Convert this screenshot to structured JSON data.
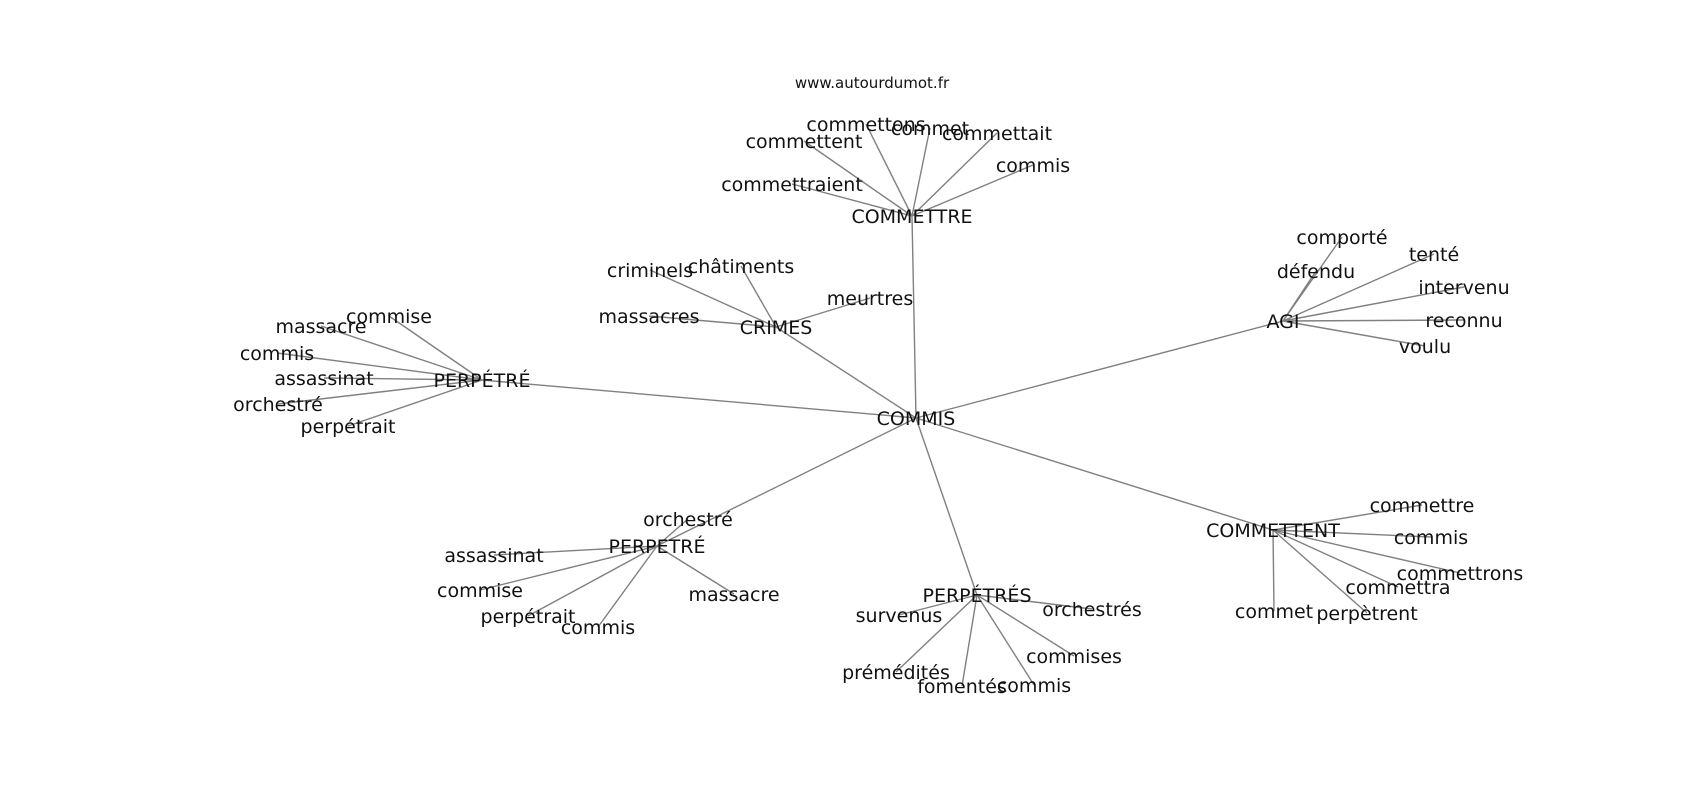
{
  "watermark": "www.autourdumot.fr",
  "colors": {
    "edge": "#808080",
    "text": "#111111",
    "background": "#ffffff"
  },
  "graph": {
    "center": "COMMIS",
    "hubs": [
      {
        "label": "COMMETTRE",
        "leaves": [
          "commettons",
          "commet",
          "commettent",
          "commettait",
          "commis",
          "commettraient"
        ]
      },
      {
        "label": "CRIMES",
        "leaves": [
          "criminels",
          "châtiments",
          "massacres",
          "meurtres"
        ]
      },
      {
        "label": "AGI",
        "leaves": [
          "comporté",
          "défendu",
          "tenté",
          "intervenu",
          "reconnu",
          "voulu"
        ]
      },
      {
        "label": "PERPÉTRÉ",
        "leaves": [
          "commise",
          "massacre",
          "commis",
          "assassinat",
          "orchestré",
          "perpétrait"
        ]
      },
      {
        "label": "PERPETRÉ",
        "leaves": [
          "orchestré",
          "assassinat",
          "commise",
          "perpétrait",
          "commis",
          "massacre"
        ]
      },
      {
        "label": "PERPÉTRÉS",
        "leaves": [
          "survenus",
          "orchestrés",
          "commises",
          "prémédités",
          "fomentés",
          "commis"
        ]
      },
      {
        "label": "COMMETTENT",
        "leaves": [
          "commettre",
          "commis",
          "commettrons",
          "commettra",
          "commet",
          "perpètrent"
        ]
      }
    ]
  }
}
